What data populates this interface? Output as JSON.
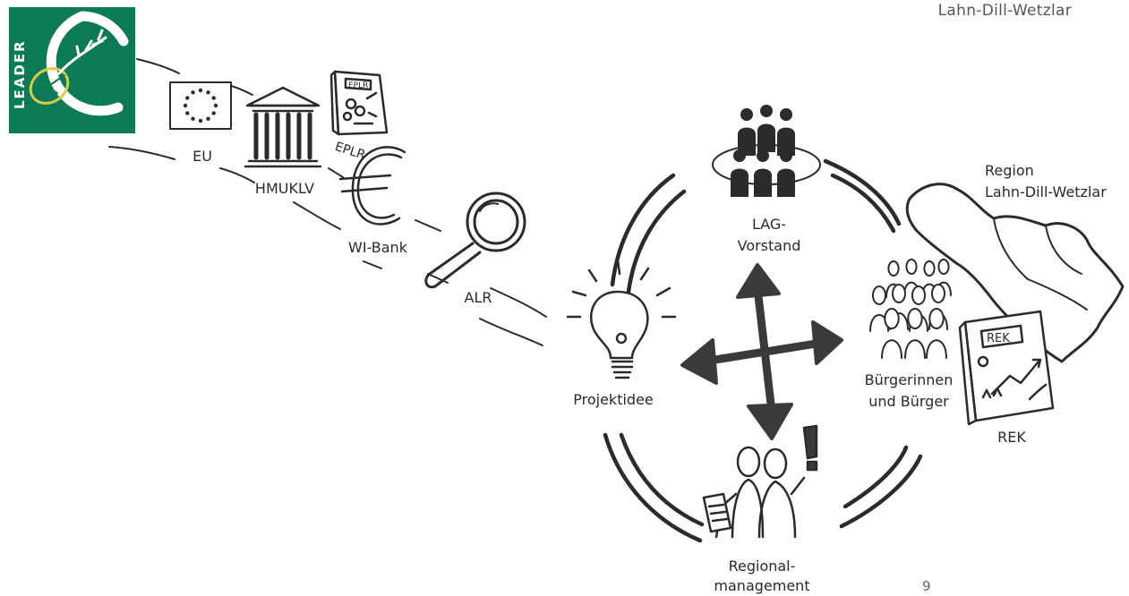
{
  "header": {
    "brand": "Lahn-Dill-Wetzlar"
  },
  "logo": {
    "text": "LEADER",
    "green": "#0b7a57",
    "yellow": "#d7cd45"
  },
  "chain": {
    "eu": "EU",
    "ministry": "HMUKLV",
    "eplr": "EPLR",
    "bank": "WI-Bank",
    "alr": "ALR"
  },
  "cycle": {
    "board": {
      "line1": "LAG-",
      "line2": "Vorstand"
    },
    "idea": "Projektidee",
    "citizens": {
      "line1": "Bürgerinnen",
      "line2": "und Bürger"
    },
    "management": {
      "line1": "Regional-",
      "line2": "management"
    }
  },
  "region": {
    "line1": "Region",
    "line2": "Lahn-Dill-Wetzlar"
  },
  "plan": {
    "label": "REK",
    "cover_text": "REK"
  },
  "page": {
    "number": "9"
  }
}
